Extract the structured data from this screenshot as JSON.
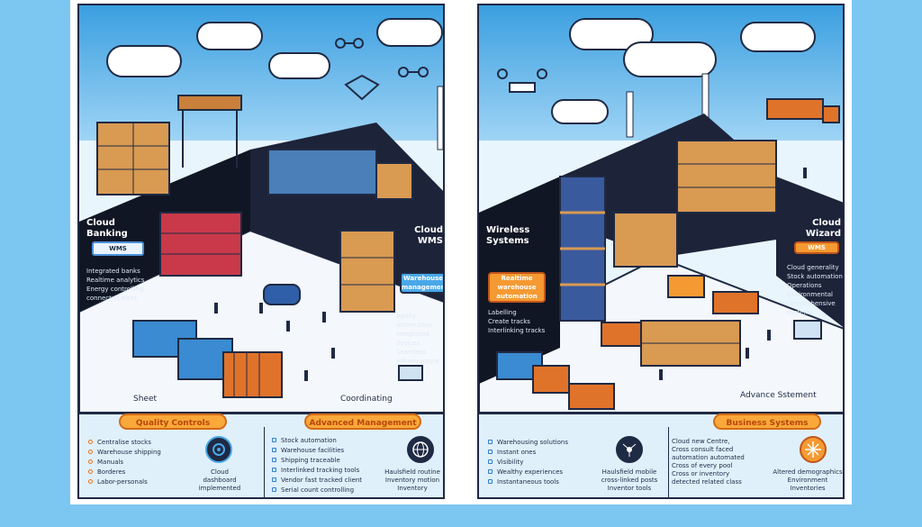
{
  "left": {
    "side_heading": "Cloud Banking",
    "side_badge": "WMS",
    "side_lines": [
      "Integrated banks",
      "Realtime analytics",
      "Energy controlling",
      "connected bites"
    ],
    "right_heading": "Cloud WMS",
    "right_tag": "Warehouse management",
    "right_lines": [
      "Agility automation",
      "Integrated devices",
      "Seamless infrastructure"
    ],
    "floor_left": "Sheet",
    "floor_right": "Coordinating",
    "pill_left": "Quality Controls",
    "pill_right": "Advanced Management",
    "list_a": [
      "Centralise stocks",
      "Warehouse shipping",
      "Manuals",
      "Borderes",
      "Labor-personals"
    ],
    "caption_a": [
      "Cloud",
      "dashboard",
      "implemented"
    ],
    "list_b": [
      "Stock automation",
      "Warehouse facilities",
      "Shipping traceable",
      "Interlinked tracking tools",
      "Vendor fast tracked client",
      "Serial count controlling"
    ],
    "caption_b": [
      "Haulsfield routine",
      "Inventory motion",
      "Inventory"
    ]
  },
  "right": {
    "side_heading": "Wireless Systems",
    "side_tag": "Realtime warehouse automation",
    "side_lines": [
      "Labelling",
      "Create tracks",
      "Interlinking tracks"
    ],
    "right_heading": "Cloud Wizard",
    "right_tag": "WMS",
    "right_lines": [
      "Cloud generality",
      "Stock automation",
      "Operations",
      "Environmental",
      "comprehensive systems"
    ],
    "floor_right": "Advance Sstement",
    "pill": "Business Systems",
    "list_a": [
      "Warehousing solutions",
      "Instant ones",
      "Visibility",
      "Wealthy experiences",
      "Instantaneous tools"
    ],
    "caption_a": [
      "Haulsfield mobile",
      "cross-linked posts",
      "Inventor tools"
    ],
    "text_b": [
      "Cloud new Centre,",
      "Cross consult faced",
      "automation automated",
      "Cross of every pool",
      "Cross or inventory",
      "detected related class"
    ],
    "caption_c": [
      "Altered demographics",
      "Environment",
      "Inventories"
    ]
  }
}
